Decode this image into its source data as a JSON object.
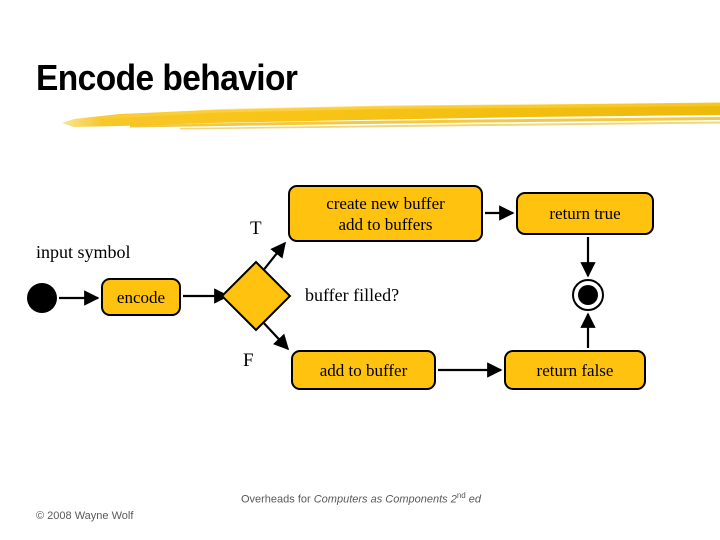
{
  "slide": {
    "title": "Encode behavior",
    "background_color": "#FFFFFF",
    "accent_color": "#FFC20E",
    "brush_stroke_color": "#F5C518"
  },
  "diagram": {
    "type": "uml-activity-diagram",
    "start_node": "start-node",
    "final_node": "final-node",
    "nodes": [
      {
        "id": "encode",
        "label": "encode"
      },
      {
        "id": "create-new-buffer",
        "line1": "create new buffer",
        "line2": "add to buffers"
      },
      {
        "id": "return-true",
        "label": "return true"
      },
      {
        "id": "add-to-buffer",
        "label": "add to buffer"
      },
      {
        "id": "return-false",
        "label": "return false"
      }
    ],
    "decision": {
      "id": "buffer-filled-decision",
      "label": "buffer filled?",
      "true_branch_label": "T",
      "false_branch_label": "F"
    },
    "labels": {
      "input_symbol": "input symbol"
    }
  },
  "footer": {
    "copyright": "© 2008 Wayne Wolf",
    "credit_prefix": "Overheads for ",
    "credit_title": "Computers as Components",
    "credit_edition_number": "2",
    "credit_edition_suffix": "nd",
    "credit_edition_tail": " ed"
  }
}
